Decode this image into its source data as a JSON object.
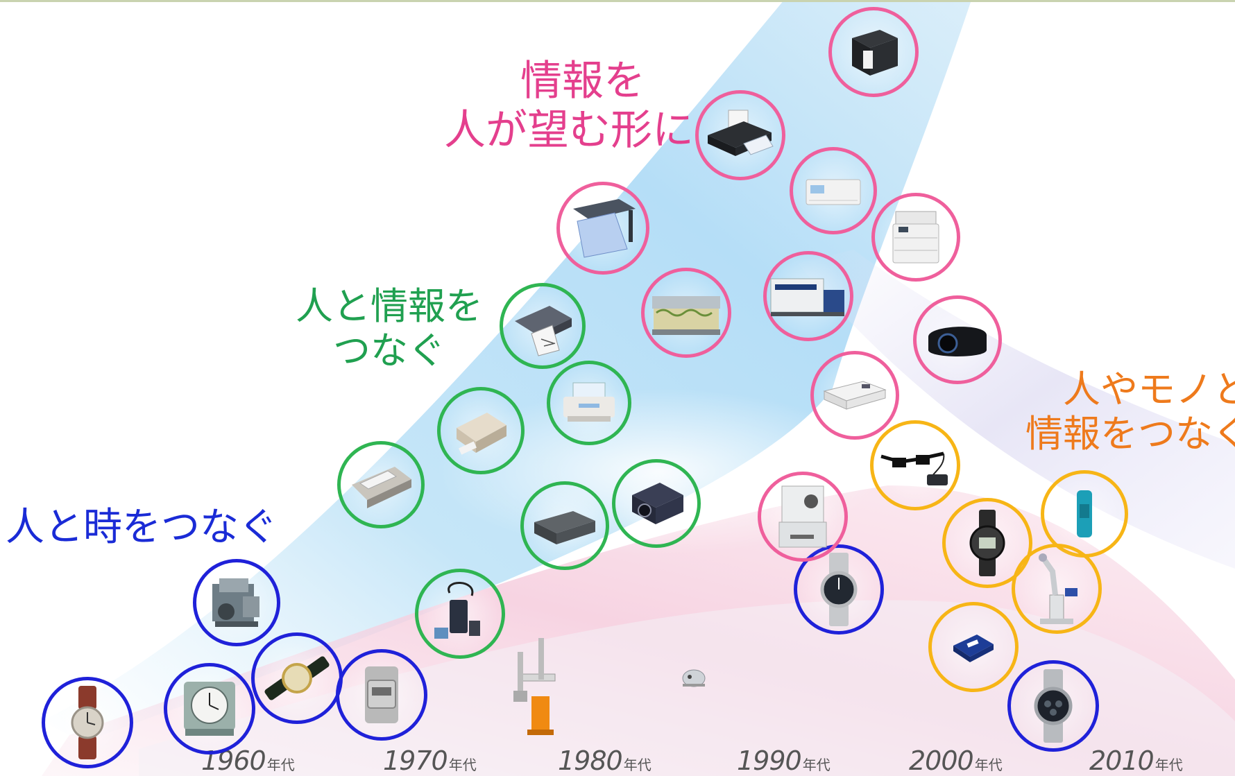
{
  "headings": {
    "info_to_shape": {
      "line1": "情報を",
      "line2": "人が望む形に",
      "color": "#e43f8d"
    },
    "people_info": {
      "line1": "人と情報を",
      "line2": "つなぐ",
      "color": "#20a050"
    },
    "people_things_info": {
      "line1": "人やモノと",
      "line2": "情報をつなぐ",
      "color": "#ee7a1c"
    },
    "people_time": {
      "line1": "人と時をつなぐ",
      "color": "#1a2bd6"
    }
  },
  "decades": [
    {
      "year": "1960",
      "suffix": "年代"
    },
    {
      "year": "1970",
      "suffix": "年代"
    },
    {
      "year": "1980",
      "suffix": "年代"
    },
    {
      "year": "1990",
      "suffix": "年代"
    },
    {
      "year": "2000",
      "suffix": "年代"
    },
    {
      "year": "2010",
      "suffix": "年代"
    }
  ],
  "ring_colors": {
    "pink": "#ef5f9c",
    "green": "#2fb552",
    "blue": "#1f21d9",
    "yellow": "#f7b516"
  },
  "products": {
    "blue": [
      "wristwatch-leather-icon",
      "table-clock-icon",
      "quartz-watch-icon",
      "digital-watch-icon",
      "printing-timer-mechanism-icon",
      "metal-watch-icon",
      "chronograph-watch-icon"
    ],
    "green": [
      "dot-matrix-printer-icon",
      "compact-printer-icon",
      "inkjet-printer-icon",
      "plotter-printer-icon",
      "portable-printer-icon",
      "lcd-projector-icon",
      "handheld-terminal-icon"
    ],
    "pink": [
      "label-printer-icon",
      "ink-tank-printer-icon",
      "home-printer-icon",
      "large-format-printer-icon",
      "business-printer-icon",
      "textile-printer-icon",
      "industrial-printer-icon",
      "home-projector-icon",
      "ultra-short-throw-projector-icon",
      "photo-kiosk-printer-icon"
    ],
    "yellow": [
      "smart-glasses-icon",
      "activity-band-icon",
      "gps-running-watch-icon",
      "sensor-module-icon",
      "microscope-robot-icon"
    ],
    "uncircled": [
      "scara-robot-icon",
      "micro-robot-icon"
    ]
  }
}
